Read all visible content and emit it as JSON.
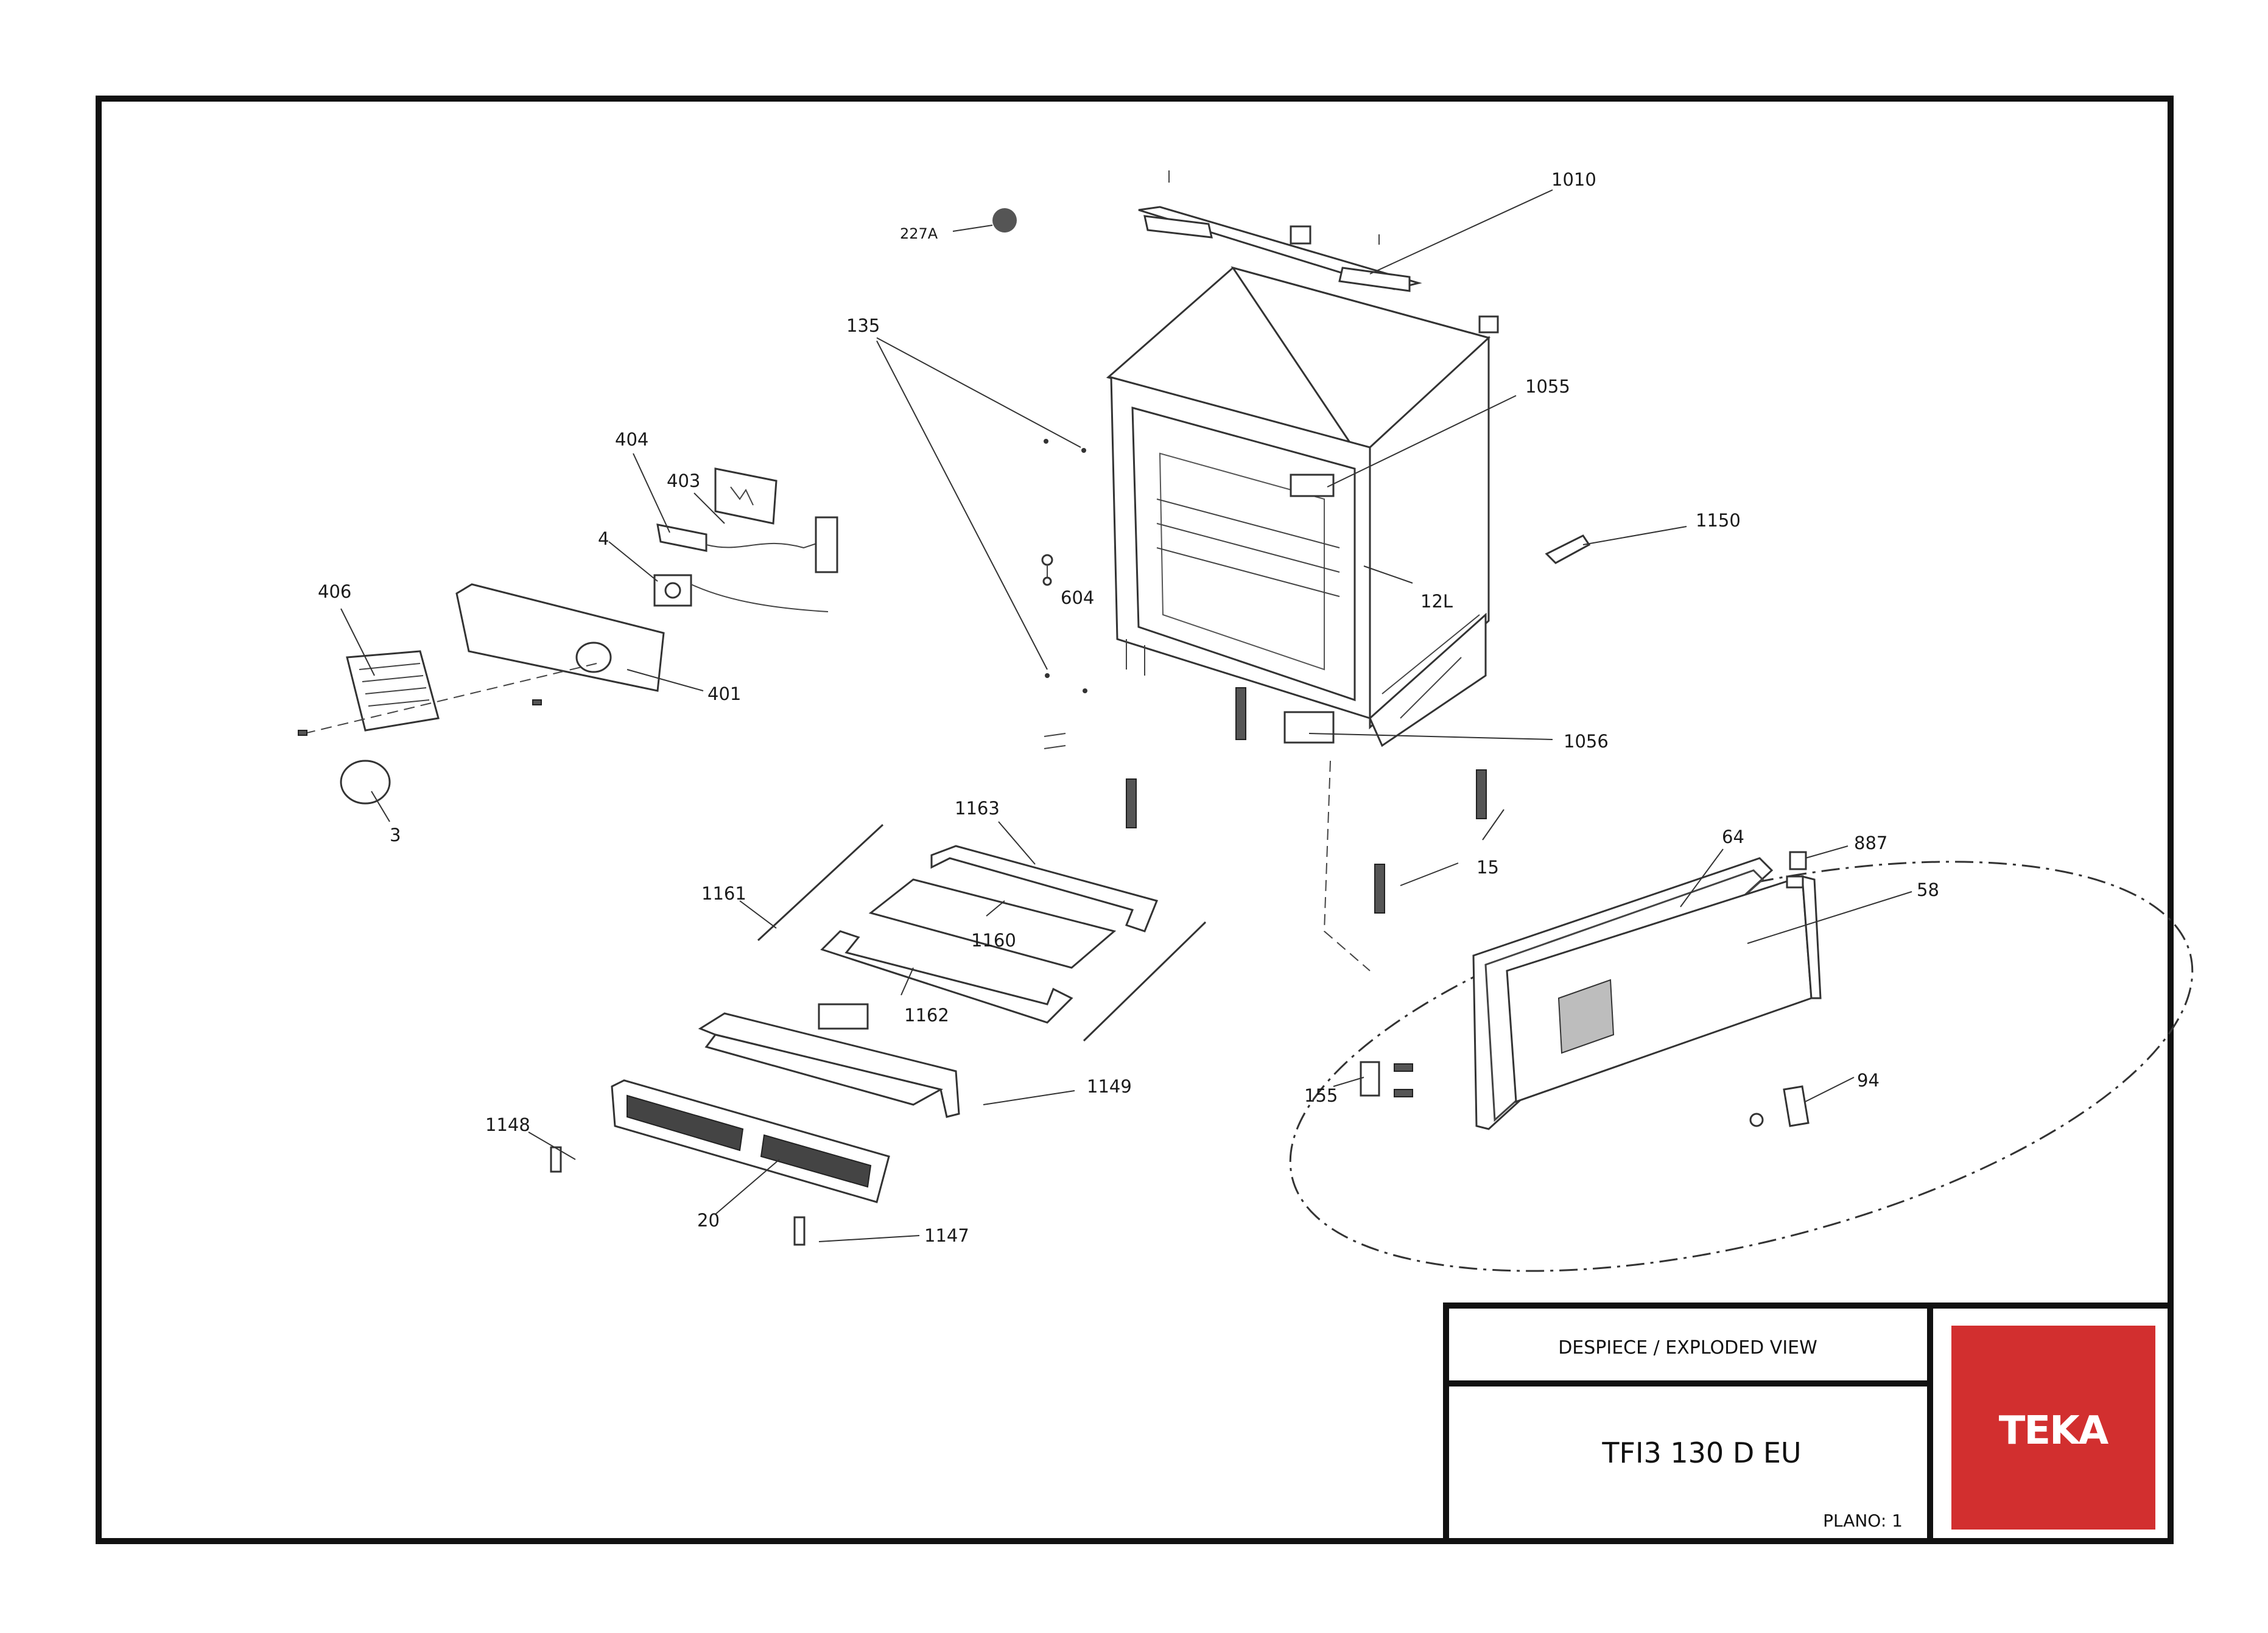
{
  "title_block": {
    "heading": "DESPIECE / EXPLODED VIEW",
    "model": "TFI3 130 D EU",
    "plano": "PLANO: 1",
    "brand": "TEKA",
    "brand_color": "#d22f2f"
  },
  "callouts": [
    {
      "id": "c-1010",
      "label": "1010"
    },
    {
      "id": "c-227a",
      "label": "227A"
    },
    {
      "id": "c-135",
      "label": "135"
    },
    {
      "id": "c-1055",
      "label": "1055"
    },
    {
      "id": "c-404",
      "label": "404"
    },
    {
      "id": "c-403",
      "label": "403"
    },
    {
      "id": "c-4",
      "label": "4"
    },
    {
      "id": "c-1150",
      "label": "1150"
    },
    {
      "id": "c-406",
      "label": "406"
    },
    {
      "id": "c-604",
      "label": "604"
    },
    {
      "id": "c-12l",
      "label": "12L"
    },
    {
      "id": "c-401",
      "label": "401"
    },
    {
      "id": "c-1056",
      "label": "1056"
    },
    {
      "id": "c-3",
      "label": "3"
    },
    {
      "id": "c-1163",
      "label": "1163"
    },
    {
      "id": "c-64",
      "label": "64"
    },
    {
      "id": "c-887",
      "label": "887"
    },
    {
      "id": "c-15",
      "label": "15"
    },
    {
      "id": "c-1161",
      "label": "1161"
    },
    {
      "id": "c-58",
      "label": "58"
    },
    {
      "id": "c-1160",
      "label": "1160"
    },
    {
      "id": "c-1162",
      "label": "1162"
    },
    {
      "id": "c-94",
      "label": "94"
    },
    {
      "id": "c-1149",
      "label": "1149"
    },
    {
      "id": "c-155",
      "label": "155"
    },
    {
      "id": "c-1148",
      "label": "1148"
    },
    {
      "id": "c-20",
      "label": "20"
    },
    {
      "id": "c-1147",
      "label": "1147"
    }
  ]
}
